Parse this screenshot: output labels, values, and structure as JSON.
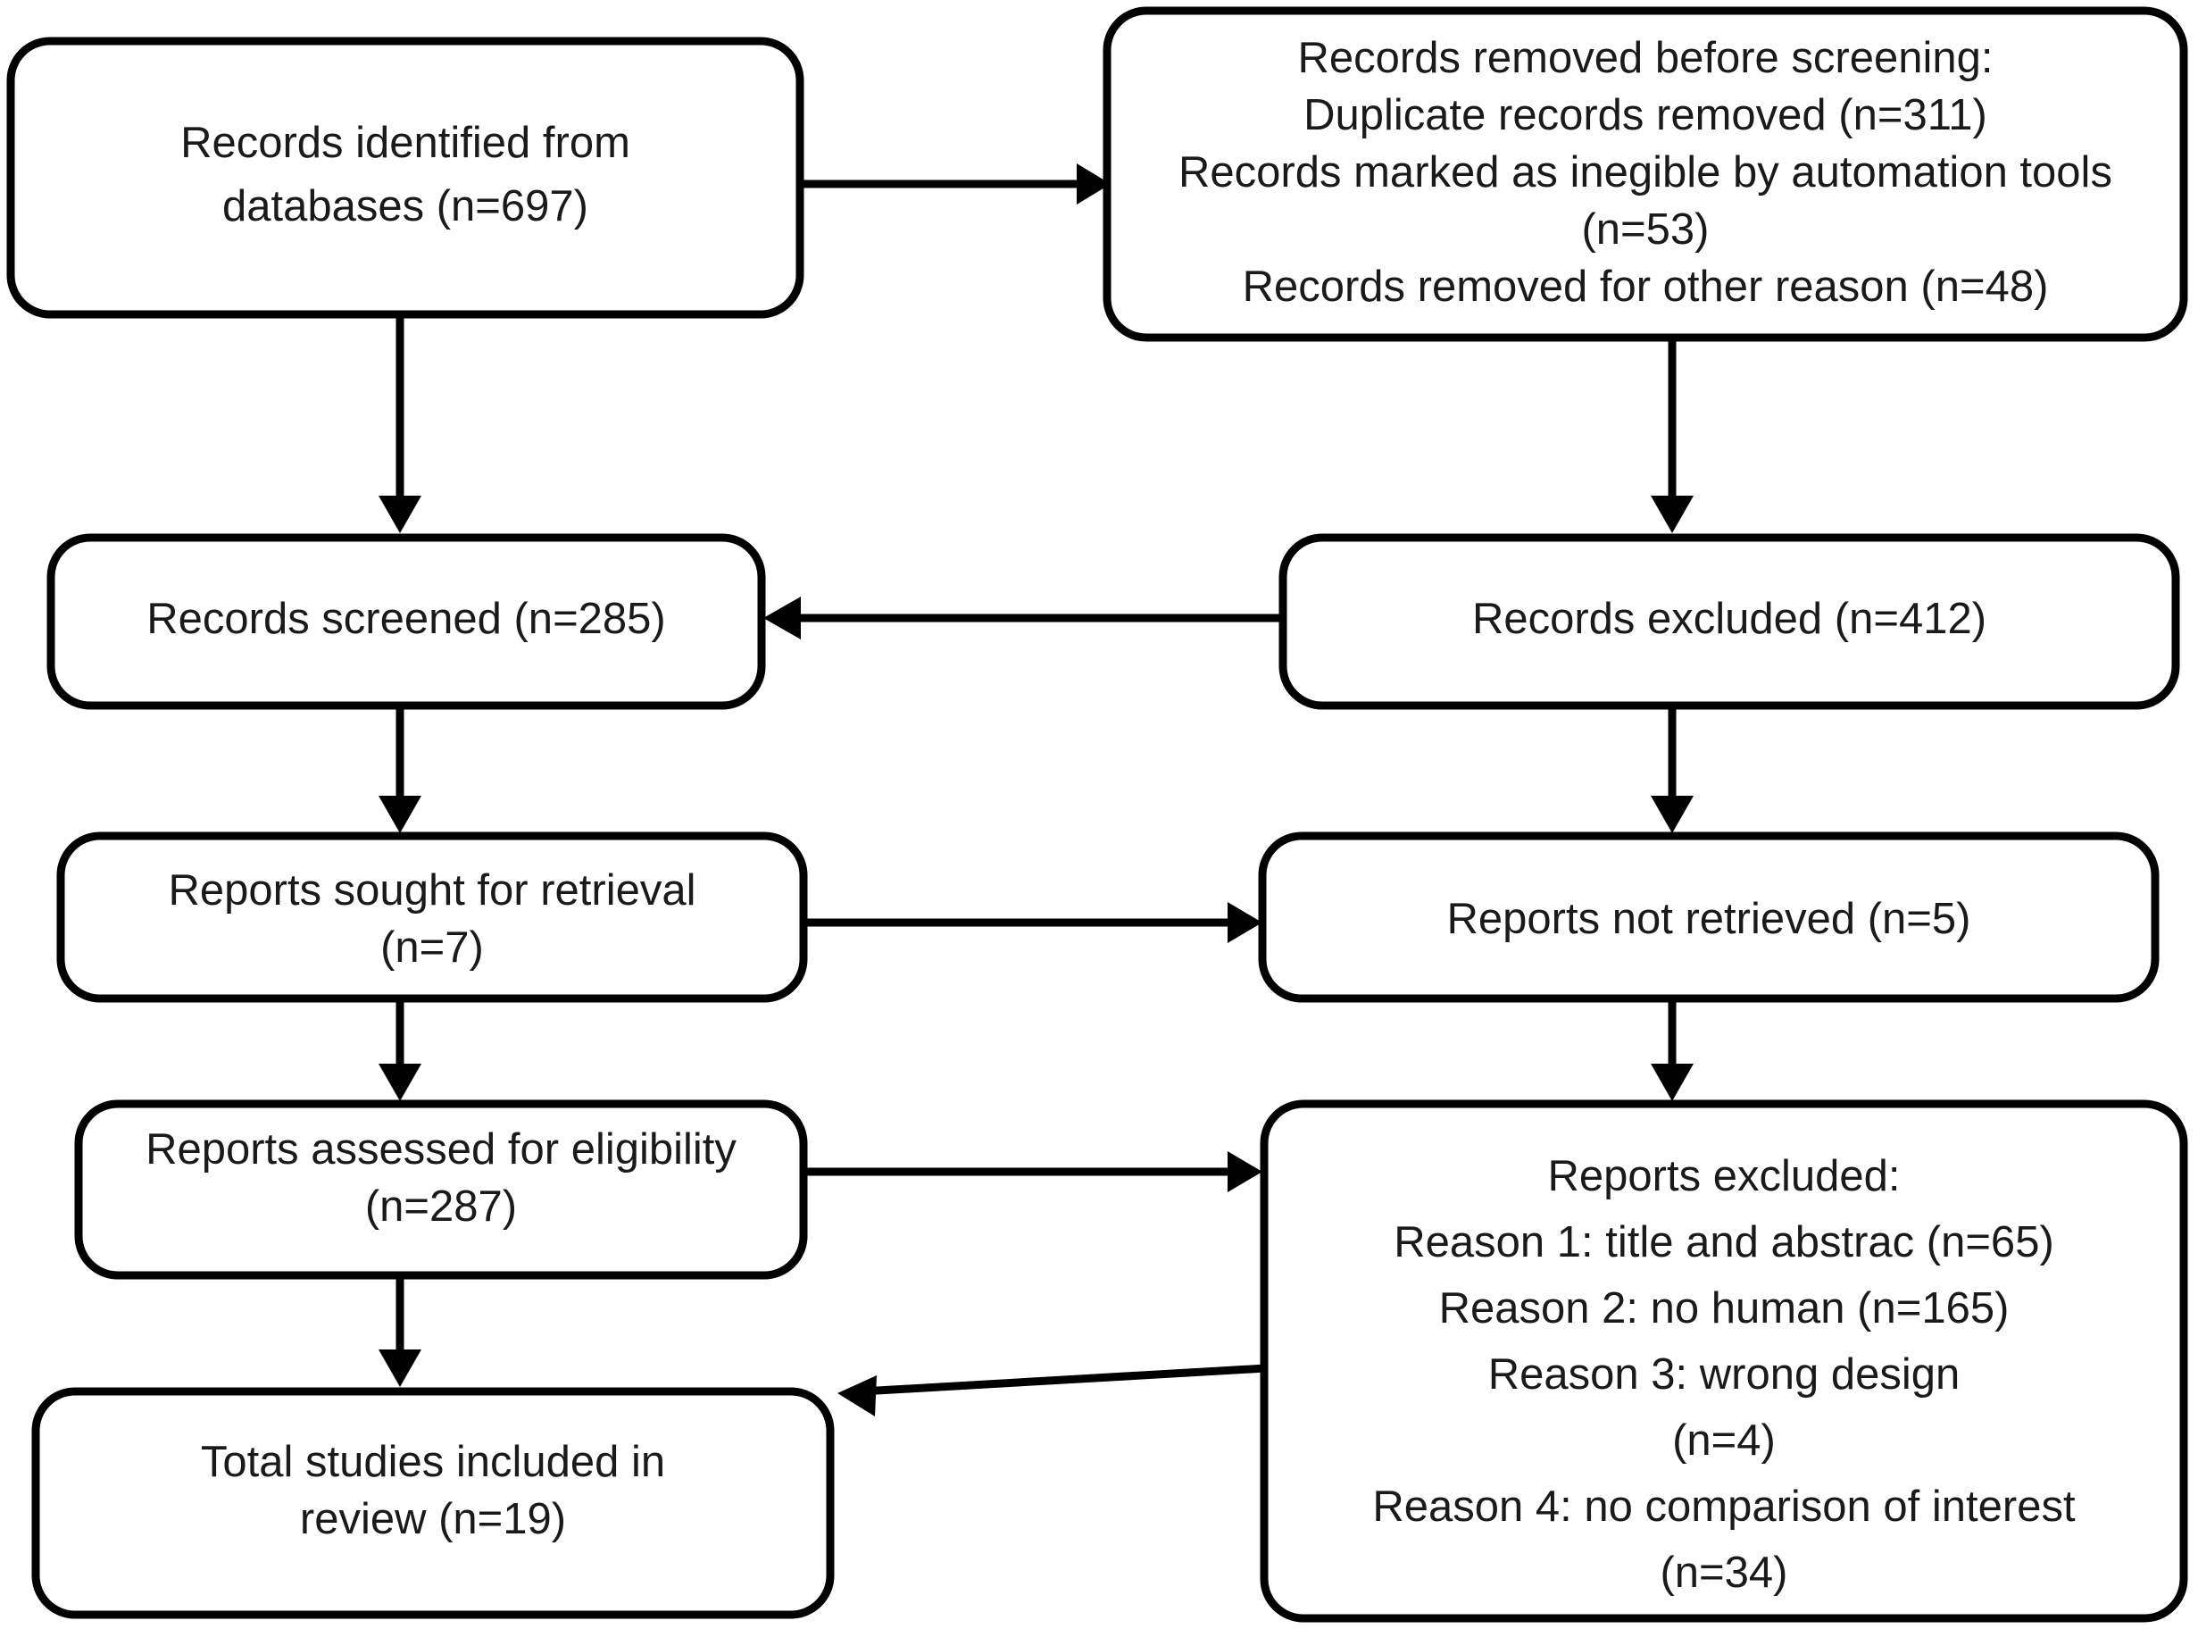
{
  "diagram": {
    "type": "prisma-flow-diagram",
    "title": "",
    "stroke_color": "#000000",
    "text_color": "#1a1a1a",
    "background": "#ffffff",
    "nodes": [
      {
        "id": "records-identified",
        "lines": [
          "Records identified from",
          "databases (n=697)"
        ]
      },
      {
        "id": "records-removed-before-screening",
        "lines": [
          "Records removed before screening:",
          "Duplicate records removed (n=311)",
          "Records marked as inegible by automation tools",
          "(n=53)",
          "Records removed for other reason (n=48)"
        ]
      },
      {
        "id": "records-screened",
        "lines": [
          "Records screened (n=285)"
        ]
      },
      {
        "id": "records-excluded",
        "lines": [
          "Records excluded (n=412)"
        ]
      },
      {
        "id": "reports-sought-for-retrieval",
        "lines": [
          "Reports sought for retrieval",
          "(n=7)"
        ]
      },
      {
        "id": "reports-not-retrieved",
        "lines": [
          "Reports not retrieved (n=5)"
        ]
      },
      {
        "id": "reports-assessed-for-eligibility",
        "lines": [
          "Reports assessed for eligibility",
          "(n=287)"
        ]
      },
      {
        "id": "reports-excluded",
        "lines": [
          "Reports excluded:",
          "Reason 1: title and abstrac (n=65)",
          "Reason 2: no human (n=165)",
          "Reason 3: wrong design",
          "(n=4)",
          "Reason 4: no comparison of interest",
          "(n=34)"
        ]
      },
      {
        "id": "total-studies-included",
        "lines": [
          "Total studies included in",
          "review (n=19)"
        ]
      }
    ],
    "connectors": [
      {
        "id": "identified-to-removed",
        "direction": "right"
      },
      {
        "id": "identified-to-screened",
        "direction": "down"
      },
      {
        "id": "removed-to-excluded",
        "direction": "down"
      },
      {
        "id": "excluded-to-screened",
        "direction": "left"
      },
      {
        "id": "screened-to-sought",
        "direction": "down"
      },
      {
        "id": "excluded-to-not-retrieved",
        "direction": "down"
      },
      {
        "id": "sought-to-not-retrieved",
        "direction": "right"
      },
      {
        "id": "sought-to-assessed",
        "direction": "down"
      },
      {
        "id": "not-retrieved-to-reports-excluded",
        "direction": "down"
      },
      {
        "id": "assessed-to-reports-excluded",
        "direction": "right"
      },
      {
        "id": "assessed-to-total",
        "direction": "down"
      },
      {
        "id": "reports-excluded-to-total",
        "direction": "left"
      }
    ]
  },
  "chart_data": {
    "type": "flowchart",
    "title": "PRISMA study selection flow diagram",
    "stages": [
      {
        "label": "Records identified from databases",
        "n": 697
      },
      {
        "label": "Duplicate records removed",
        "n": 311
      },
      {
        "label": "Records marked as inegible by automation tools",
        "n": 53
      },
      {
        "label": "Records removed for other reason",
        "n": 48
      },
      {
        "label": "Records screened",
        "n": 285
      },
      {
        "label": "Records excluded",
        "n": 412
      },
      {
        "label": "Reports sought for retrieval",
        "n": 7
      },
      {
        "label": "Reports not retrieved",
        "n": 5
      },
      {
        "label": "Reports assessed for eligibility",
        "n": 287
      },
      {
        "label": "Reason 1: title and abstrac",
        "n": 65
      },
      {
        "label": "Reason 2: no human",
        "n": 165
      },
      {
        "label": "Reason 3: wrong design",
        "n": 4
      },
      {
        "label": "Reason 4: no comparison of interest",
        "n": 34
      },
      {
        "label": "Total studies included in review",
        "n": 19
      }
    ]
  }
}
